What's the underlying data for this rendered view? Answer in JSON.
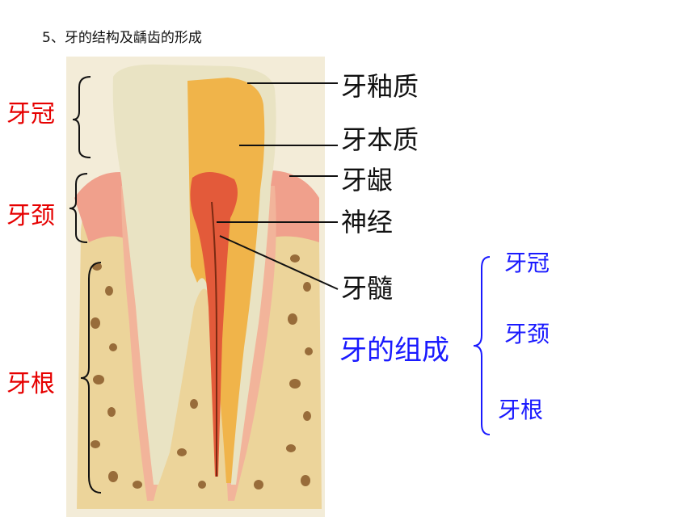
{
  "title": "5、牙的结构及龋齿的形成",
  "regions": [
    "牙冠",
    "牙颈",
    "牙根"
  ],
  "parts": [
    "牙釉质",
    "牙本质",
    "牙龈",
    "神经",
    "牙髓"
  ],
  "composition": {
    "title": "牙的组成",
    "items": [
      "牙冠",
      "牙颈",
      "牙根"
    ]
  },
  "colors": {
    "region_label": "#e60000",
    "composition": "#1a1aff",
    "enamel": "#ece6c4",
    "dentin": "#f0b44a",
    "gum": "#f0a08c",
    "bone": "#f6e2b6"
  }
}
